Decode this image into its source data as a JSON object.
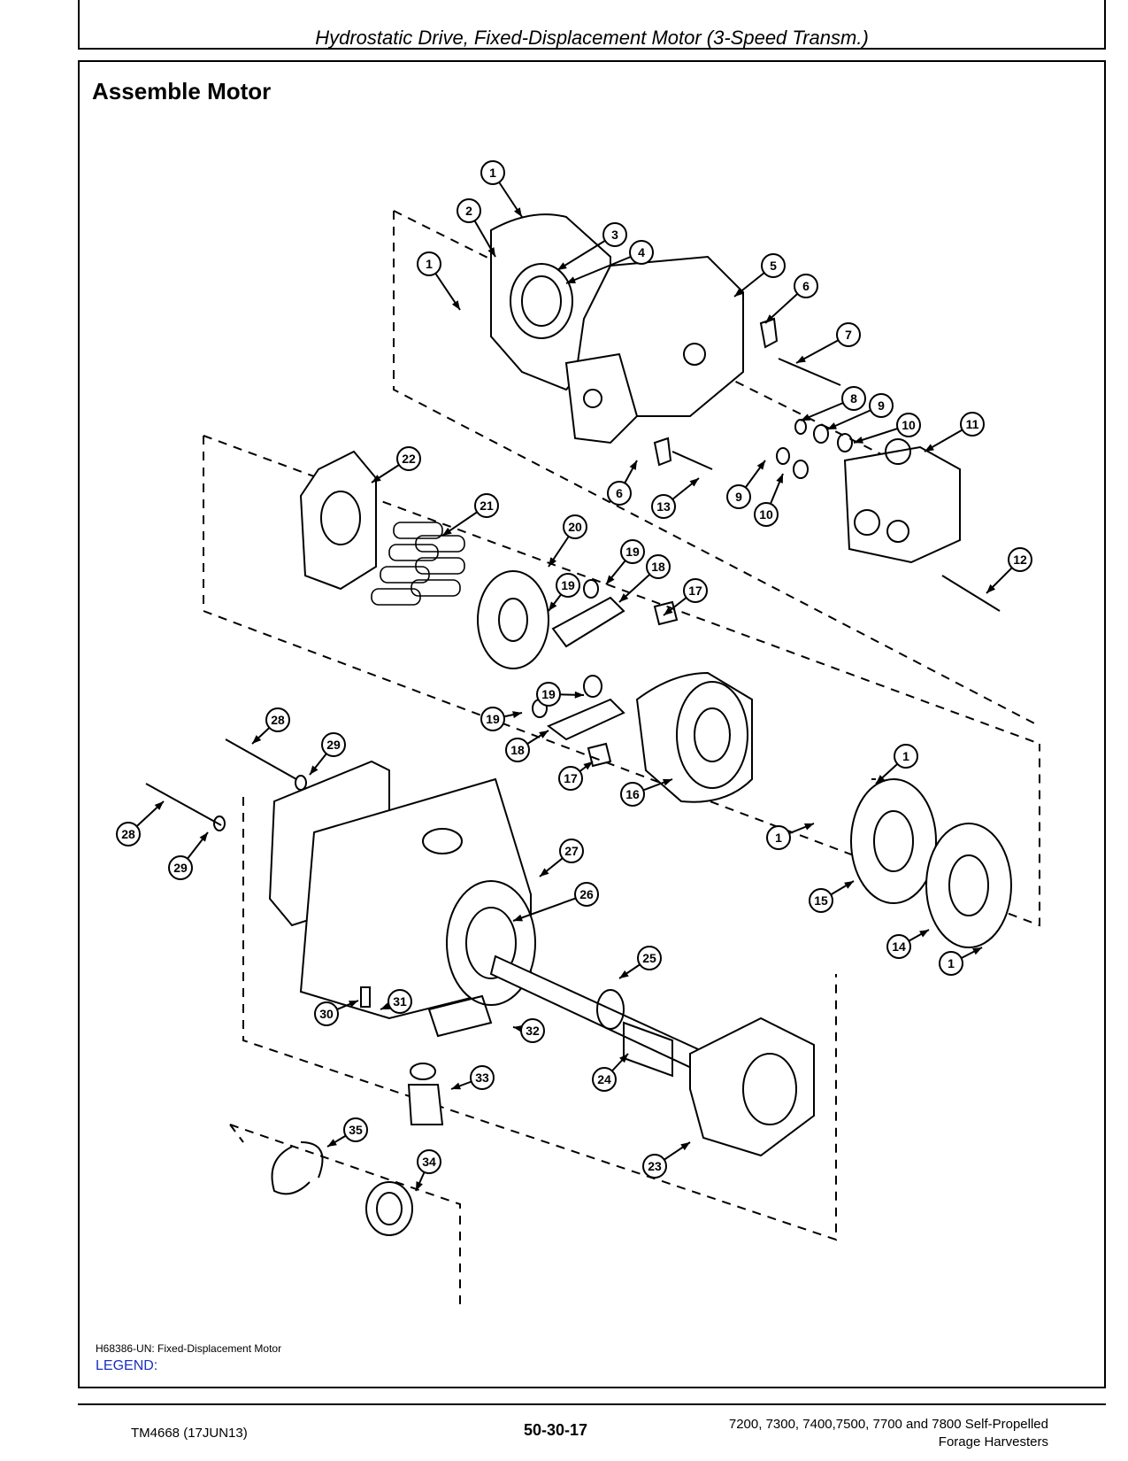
{
  "header": {
    "title": "Hydrostatic Drive, Fixed-Displacement Motor (3-Speed Transm.)"
  },
  "section": {
    "title": "Assemble Motor"
  },
  "figure": {
    "caption": "H68386-UN: Fixed-Displacement Motor",
    "legend_label": "LEGEND:",
    "callouts": [
      "1",
      "2",
      "3",
      "4",
      "1",
      "5",
      "6",
      "7",
      "8",
      "9",
      "10",
      "11",
      "6",
      "13",
      "9",
      "10",
      "22",
      "21",
      "20",
      "19",
      "18",
      "19",
      "17",
      "12",
      "19",
      "19",
      "18",
      "17",
      "16",
      "1",
      "1",
      "15",
      "14",
      "1",
      "28",
      "29",
      "28",
      "29",
      "27",
      "26",
      "25",
      "30",
      "31",
      "32",
      "33",
      "24",
      "23",
      "35",
      "34"
    ]
  },
  "footer": {
    "doc_id": "TM4668 (17JUN13)",
    "page": "50-30-17",
    "product_line1": "7200, 7300, 7400,7500, 7700 and 7800 Self-Propelled",
    "product_line2": "Forage Harvesters"
  }
}
